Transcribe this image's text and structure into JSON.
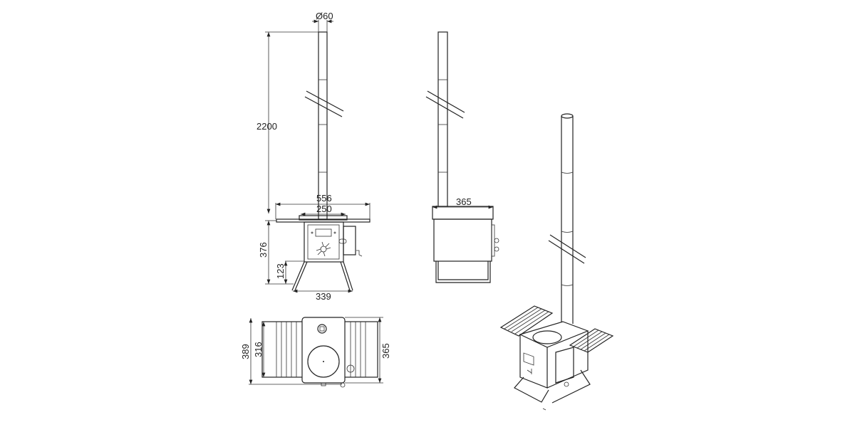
{
  "drawing": {
    "front_view": {
      "pipe_diameter": "Ø60",
      "total_height": "2200",
      "shelf_width": "556",
      "top_width": "250",
      "body_height": "376",
      "leg_height": "123",
      "leg_span": "339"
    },
    "side_view": {
      "depth": "365"
    },
    "top_view": {
      "overall_depth": "389",
      "shelf_depth": "316",
      "body_depth": "365"
    }
  }
}
